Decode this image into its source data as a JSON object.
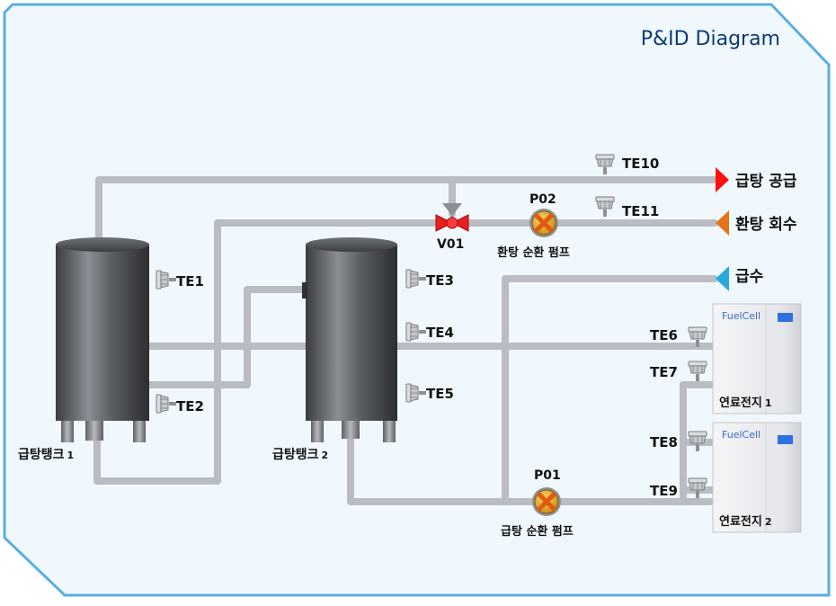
{
  "title": "P&ID Diagram",
  "tanks": [
    {
      "id": "tank1",
      "label_main": "급탕탱크",
      "label_num": "1"
    },
    {
      "id": "tank2",
      "label_main": "급탕탱크",
      "label_num": "2"
    }
  ],
  "sensors": [
    "TE1",
    "TE2",
    "TE3",
    "TE4",
    "TE5",
    "TE6",
    "TE7",
    "TE8",
    "TE9",
    "TE10",
    "TE11"
  ],
  "valve": {
    "tag": "V01"
  },
  "pumps": [
    {
      "tag": "P02",
      "name": "환탕 순환 펌프"
    },
    {
      "tag": "P01",
      "name": "급탕 순환 펌프"
    }
  ],
  "flows": {
    "supply": {
      "label": "급탕 공급",
      "color": "#ff1010"
    },
    "return": {
      "label": "환탕 회수",
      "color": "#e3741a"
    },
    "water": {
      "label": "급수",
      "color": "#29a8e0"
    }
  },
  "fuel_cells": [
    {
      "brand": "FuelCell",
      "label_main": "연료전지",
      "label_num": "1"
    },
    {
      "brand": "FuelCell",
      "label_main": "연료전지",
      "label_num": "2"
    }
  ],
  "colors": {
    "frame_fill": "#f0f8fd",
    "frame_stroke": "#5aaee0",
    "pipe": "#b9bcc2",
    "tank_body": "#505357"
  }
}
